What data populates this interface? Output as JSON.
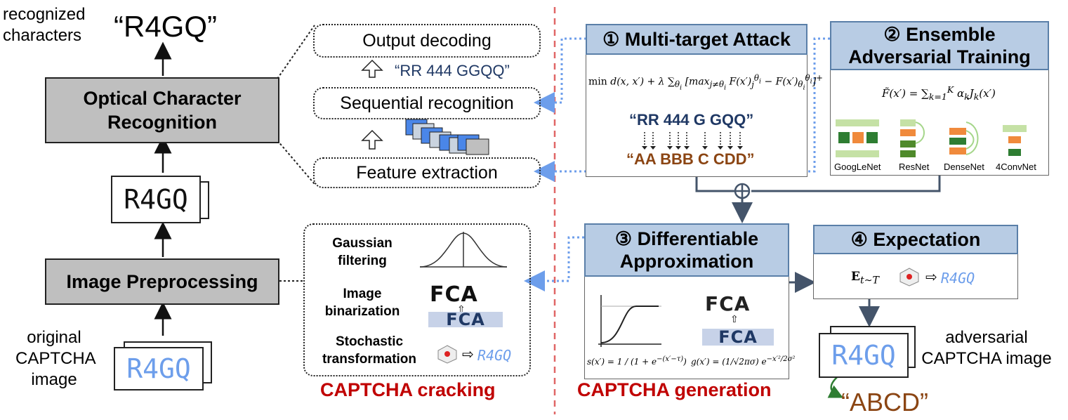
{
  "left": {
    "recognized_label": "recognized\ncharacters",
    "recognized_text": "“R4GQ”",
    "ocr_label": "Optical Character\nRecognition",
    "mid_captcha": "R4GQ",
    "preproc_label": "Image Preprocessing",
    "original_label": "original\nCAPTCHA\nimage",
    "orig_captcha": "R4GQ"
  },
  "ocr_detail": {
    "output_decoding": "Output decoding",
    "sequence_text": "“RR 444 GGQQ”",
    "sequential_recognition": "Sequential recognition",
    "feature_extraction": "Feature extraction"
  },
  "preproc_detail": {
    "gaussian": "Gaussian\nfiltering",
    "binarization": "Image\nbinarization",
    "stochastic": "Stochastic\ntransformation",
    "fca_text": "FCA",
    "r4gq_text": "R4GQ"
  },
  "section_labels": {
    "cracking": "CAPTCHA cracking",
    "generation": "CAPTCHA generation"
  },
  "attack": {
    "title": "① Multi-target Attack",
    "source_seq": "“RR 444 G GQQ”",
    "target_seq": "“AA BBB C CDD”"
  },
  "ensemble": {
    "title": "② Ensemble\nAdversarial Training",
    "nets": [
      "GoogLeNet",
      "ResNet",
      "DenseNet",
      "4ConvNet"
    ]
  },
  "approx": {
    "title": "③ Differentiable\nApproximation",
    "fca_text": "FCA"
  },
  "expectation": {
    "title": "④ Expectation",
    "r4gq_text": "R4GQ"
  },
  "output": {
    "adv_captcha": "R4GQ",
    "adv_label": "adversarial\nCAPTCHA image",
    "adv_text": "“ABCD”"
  },
  "colors": {
    "red_label": "#c00000",
    "navy_text": "#1f3864",
    "brown_text": "#8b4513",
    "captcha_blue": "#4a86e8",
    "dashed_red": "#e06666",
    "dotted_blue": "#6d9eeb",
    "connector": "#44546a"
  }
}
